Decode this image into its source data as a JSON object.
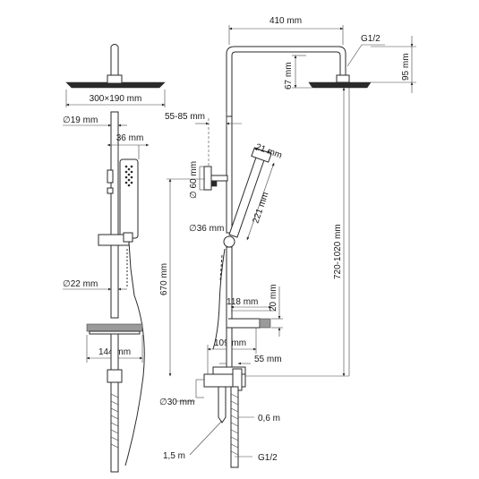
{
  "diagram": {
    "side_view": {
      "head_size": "300×190 mm",
      "rail_diameter": "∅19 mm",
      "hand_shower_width": "36 mm",
      "lower_pipe_diameter": "∅22 mm",
      "shelf_width": "144 mm"
    },
    "front_view": {
      "arm_length": "410 mm",
      "connection_top": "G1/2",
      "head_drop": "95 mm",
      "head_height": "67 mm",
      "holder_offset": "55-85 mm",
      "holder_diameter": "∅ 60 mm",
      "hand_shower_depth": "21 mm",
      "hand_shower_length": "221 mm",
      "slider_diameter": "∅36 mm",
      "height_adjust": "720-1020 mm",
      "mixer_to_shelf": "670 mm",
      "shelf_width": "118 mm",
      "shelf_height": "20 mm",
      "mixer_to_rail": "109 mm",
      "rail_to_shelf": "55 mm",
      "mixer_diameter": "∅30 mm",
      "hose_short": "0,6 m",
      "hose_long": "1,5 m",
      "connection_bottom": "G1/2"
    }
  }
}
